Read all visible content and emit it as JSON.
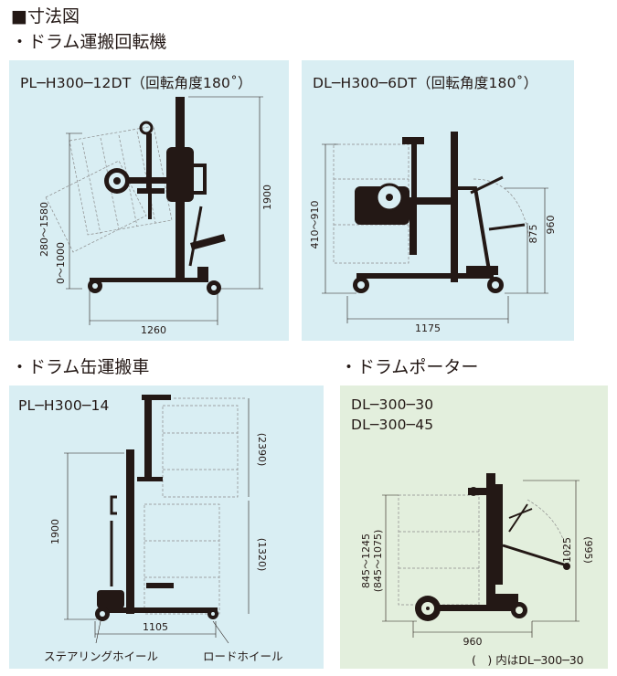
{
  "page_title": "■寸法図",
  "sections": {
    "rotating": {
      "heading": "・ドラム運搬回転機",
      "left": {
        "model": "PL─H300─12DT（回転角度180˚）",
        "dim_height": "1900",
        "dim_reach": "280～1580",
        "dim_low": "0～1000",
        "dim_length": "1260"
      },
      "right": {
        "model": "DL─H300─6DT（回転角度180˚）",
        "dim_center": "410～910",
        "dim_arm": "875",
        "dim_height": "960",
        "dim_length": "1175"
      }
    },
    "can": {
      "heading": "・ドラム缶運搬車",
      "model": "PL─H300─14",
      "dim_height": "1900",
      "dim_upper": "(2390)",
      "dim_lower": "(1320)",
      "dim_length": "1105",
      "label_steering": "ステアリングホイール",
      "label_load": "ロードホイール"
    },
    "porter": {
      "heading": "・ドラムポーター",
      "model_1": "DL─300─30",
      "model_2": "DL─300─45",
      "dim_range_a": "845～1245",
      "dim_range_b": "(845～1075)",
      "dim_height_a": "1025",
      "dim_height_b": "(995)",
      "dim_length": "960",
      "note": "(　) 内はDL─300─30"
    }
  }
}
